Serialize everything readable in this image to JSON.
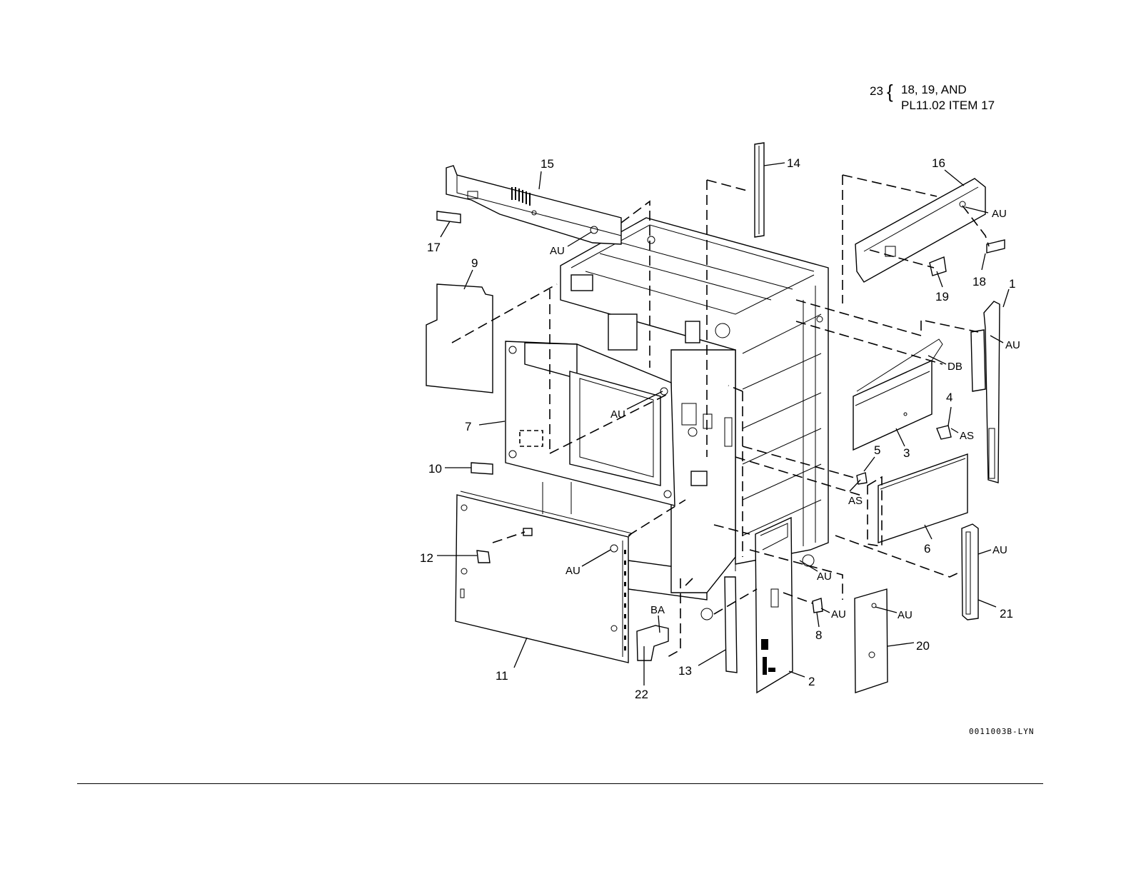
{
  "header_note": {
    "ref": "23",
    "brace": "{",
    "line1": "18, 19, AND",
    "line2": "PL11.02 ITEM 17"
  },
  "callouts": {
    "p1": "1",
    "p2": "2",
    "p3": "3",
    "p4": "4",
    "p5": "5",
    "p6": "6",
    "p7": "7",
    "p8": "8",
    "p9": "9",
    "p10": "10",
    "p11": "11",
    "p12": "12",
    "p13": "13",
    "p14": "14",
    "p15": "15",
    "p16": "16",
    "p17": "17",
    "p18": "18",
    "p19": "19",
    "p20": "20",
    "p21": "21",
    "p22": "22"
  },
  "fasteners": {
    "au": "AU",
    "as": "AS",
    "db": "DB",
    "ba": "BA"
  },
  "figure_id": "0011003B-LYN"
}
